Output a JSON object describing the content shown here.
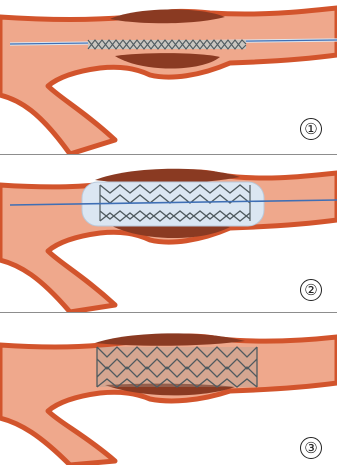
{
  "panels": [
    {
      "step_label": "①",
      "stage": "catheter-with-crimped-stent-positioned-in-lesion"
    },
    {
      "step_label": "②",
      "stage": "balloon-inflated-stent-expanding"
    },
    {
      "step_label": "③",
      "stage": "stent-deployed-against-vessel-wall"
    }
  ],
  "colors": {
    "vessel_wall": "#d2542c",
    "vessel_lumen": "#efa88c",
    "plaque": "#8a3a22",
    "guidewire": "#3f6fb5",
    "stent_mesh": "#4f5a5f",
    "balloon": "#dbe6f2",
    "divider": "#8d8d8d"
  }
}
